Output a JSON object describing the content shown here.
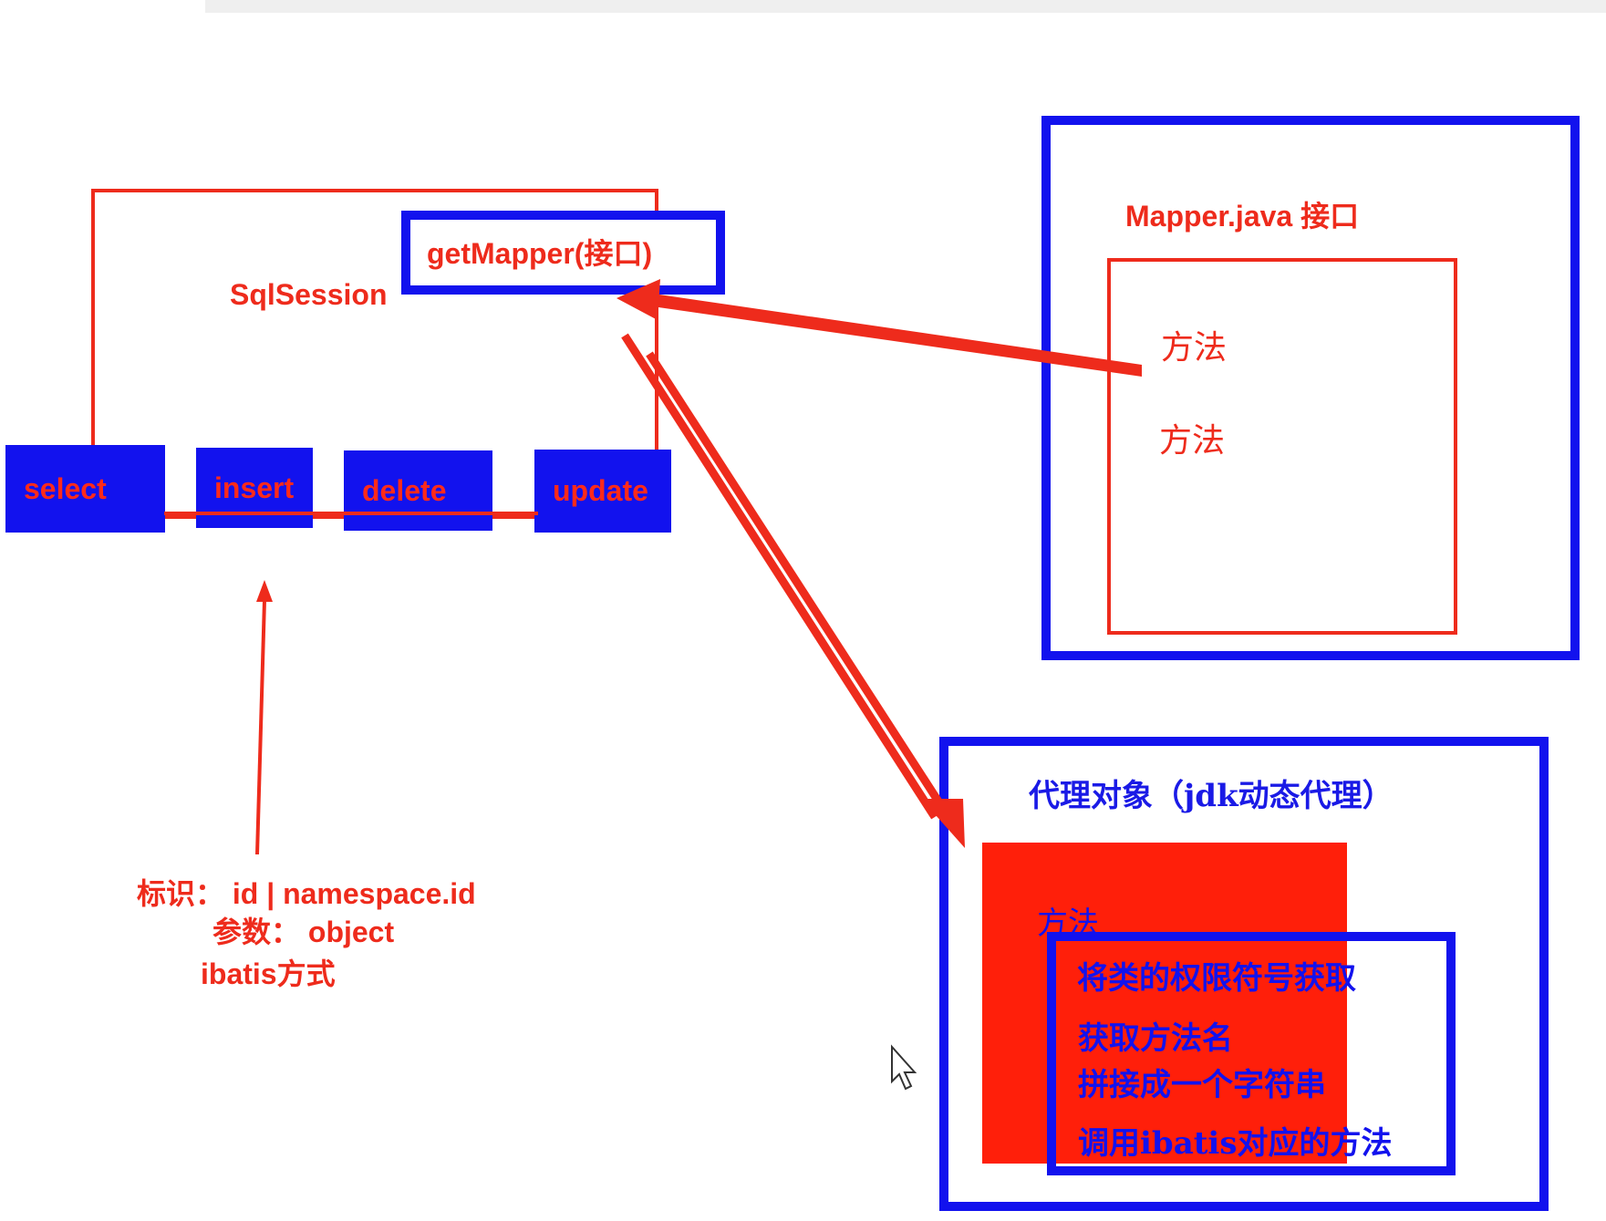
{
  "sqlsession": {
    "title": "SqlSession",
    "get_mapper": "getMapper(接口)",
    "operations": [
      "select",
      "insert",
      "delete",
      "update"
    ]
  },
  "ibatis_note": {
    "line1": "标识：  id  | namespace.id",
    "line2": "参数：  object",
    "line3": "ibatis方式"
  },
  "mapper_interface": {
    "title": "Mapper.java 接口",
    "methods": [
      "方法",
      "方法"
    ]
  },
  "proxy": {
    "title": "代理对象（jdk动态代理）",
    "method_label": "方法",
    "steps": [
      "将类的权限符号获取",
      "获取方法名",
      "拼接成一个字符串",
      "调用ibatis对应的方法"
    ]
  },
  "colors": {
    "red": "#ee2b1c",
    "blue": "#1212ee"
  }
}
